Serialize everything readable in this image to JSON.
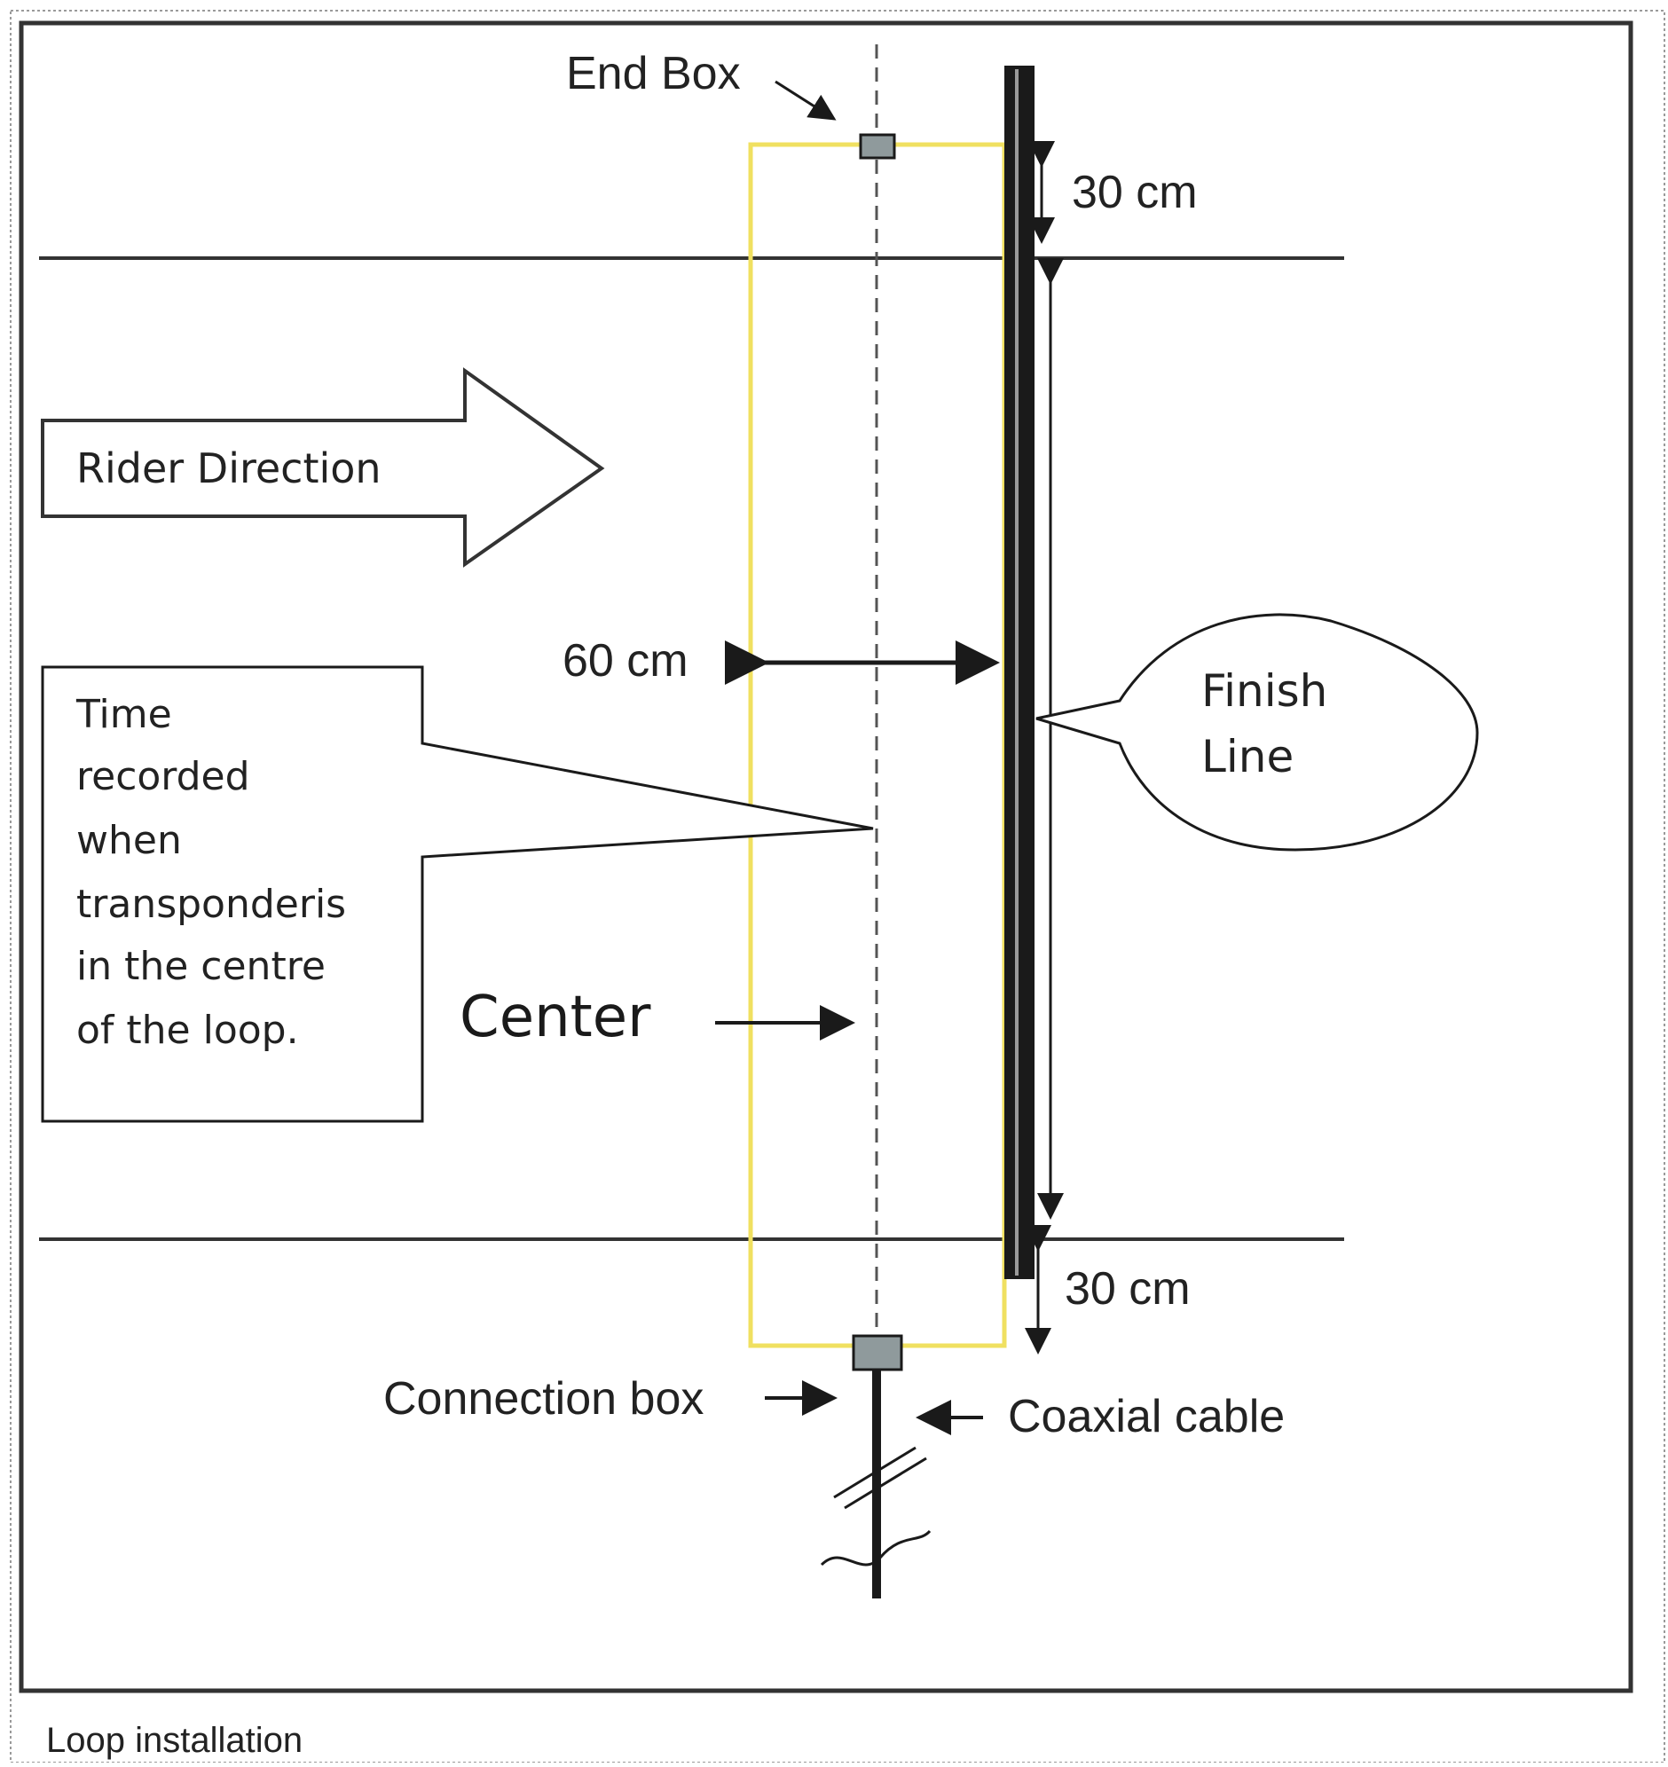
{
  "diagram": {
    "labels": {
      "end_box": "End Box",
      "top_dist": "30 cm",
      "rider_direction": "Rider Direction",
      "width": "60 cm",
      "finish_line": [
        "Finish",
        "Line"
      ],
      "note": [
        "Time",
        "recorded",
        "when",
        "transponderis",
        "in the centre",
        "of the loop."
      ],
      "center": "Center",
      "bottom_dist": "30 cm",
      "connection_box": "Connection box",
      "coaxial_cable": "Coaxial cable"
    },
    "colors": {
      "loop": "#f0e060",
      "line": "#1a1a1a",
      "box_fill": "#8f9a9c",
      "frame": "#333333"
    }
  },
  "caption": "Loop installation"
}
